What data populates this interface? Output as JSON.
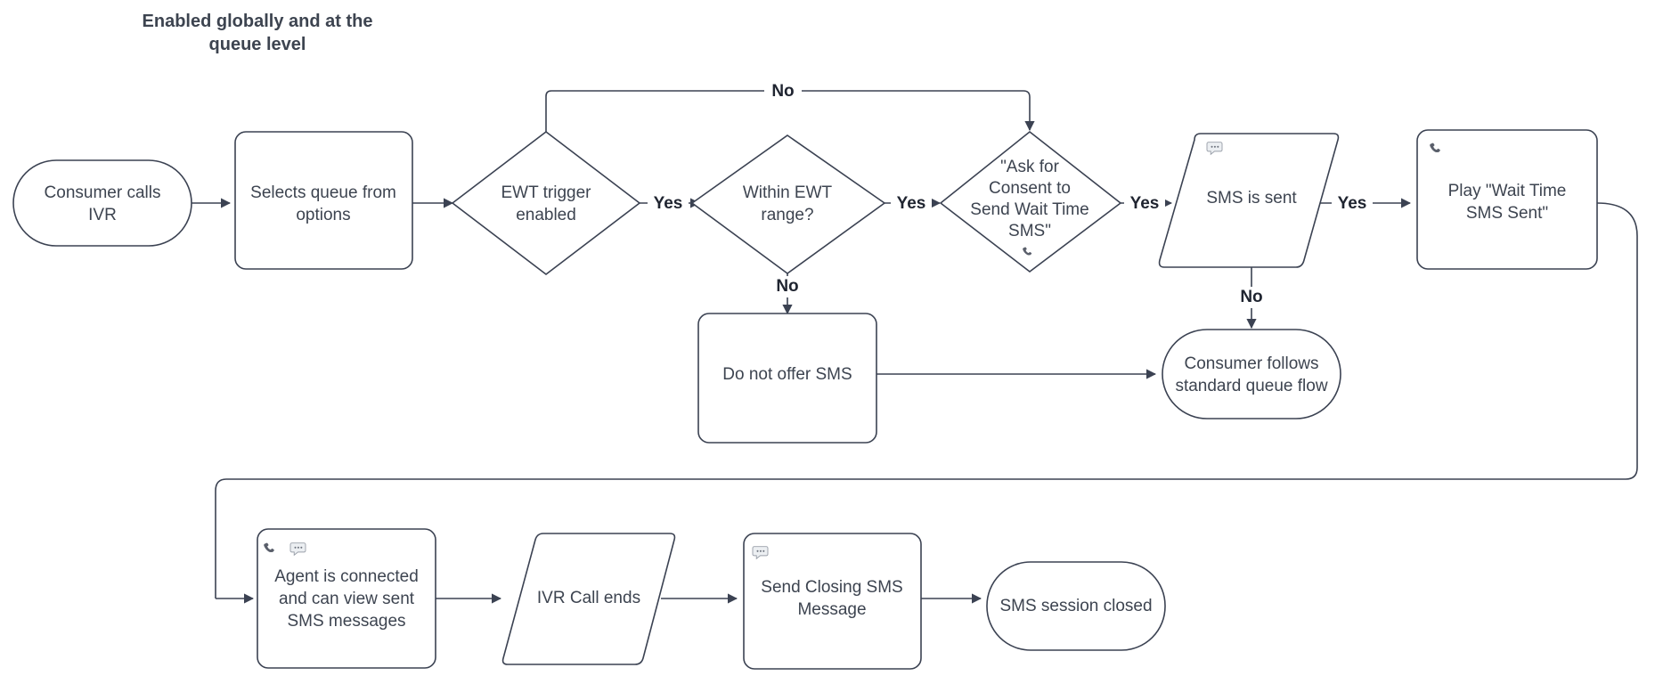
{
  "diagram": {
    "title_line1": "Enabled globally and at the",
    "title_line2": "queue level",
    "colors": {
      "stroke": "#3b4252",
      "text": "#3d4450",
      "label_text": "#1f2430",
      "background": "#ffffff",
      "icon_phone": "#5a5f6b",
      "icon_chat_fill": "#eceff2"
    }
  },
  "nodes": {
    "consumer_calls_ivr": {
      "line1": "Consumer calls",
      "line2": "IVR",
      "shape": "stadium"
    },
    "selects_queue": {
      "line1": "Selects queue from",
      "line2": "options",
      "shape": "rounded-rect"
    },
    "ewt_trigger_enabled": {
      "line1": "EWT trigger",
      "line2": "enabled",
      "shape": "diamond"
    },
    "within_ewt_range": {
      "line1": "Within EWT",
      "line2": "range?",
      "shape": "diamond"
    },
    "ask_for_consent": {
      "line1": "\"Ask for",
      "line2": "Consent to",
      "line3": "Send Wait Time",
      "line4": "SMS\"",
      "shape": "diamond",
      "icon": "phone-icon"
    },
    "sms_is_sent": {
      "line1": "SMS is sent",
      "shape": "parallelogram",
      "icon": "chat-icon"
    },
    "play_wait_time_sms_sent": {
      "line1": "Play \"Wait Time",
      "line2": "SMS Sent\"",
      "shape": "rounded-rect",
      "icon": "phone-icon"
    },
    "do_not_offer_sms": {
      "line1": "Do not offer SMS",
      "shape": "rounded-rect"
    },
    "consumer_standard_queue": {
      "line1": "Consumer follows",
      "line2": "standard queue flow",
      "shape": "stadium"
    },
    "agent_connected": {
      "line1": "Agent is connected",
      "line2": "and can view sent",
      "line3": "SMS messages",
      "shape": "rounded-rect",
      "icon1": "phone-icon",
      "icon2": "chat-icon"
    },
    "ivr_call_ends": {
      "line1": "IVR Call ends",
      "shape": "parallelogram"
    },
    "send_closing_sms": {
      "line1": "Send Closing SMS",
      "line2": "Message",
      "shape": "rounded-rect",
      "icon": "chat-icon"
    },
    "sms_session_closed": {
      "line1": "SMS session closed",
      "shape": "stadium"
    }
  },
  "edge_labels": {
    "ewt_trigger_no": "No",
    "ewt_trigger_yes": "Yes",
    "within_range_yes": "Yes",
    "within_range_no": "No",
    "consent_yes": "Yes",
    "sms_sent_yes": "Yes",
    "sms_sent_no": "No"
  }
}
